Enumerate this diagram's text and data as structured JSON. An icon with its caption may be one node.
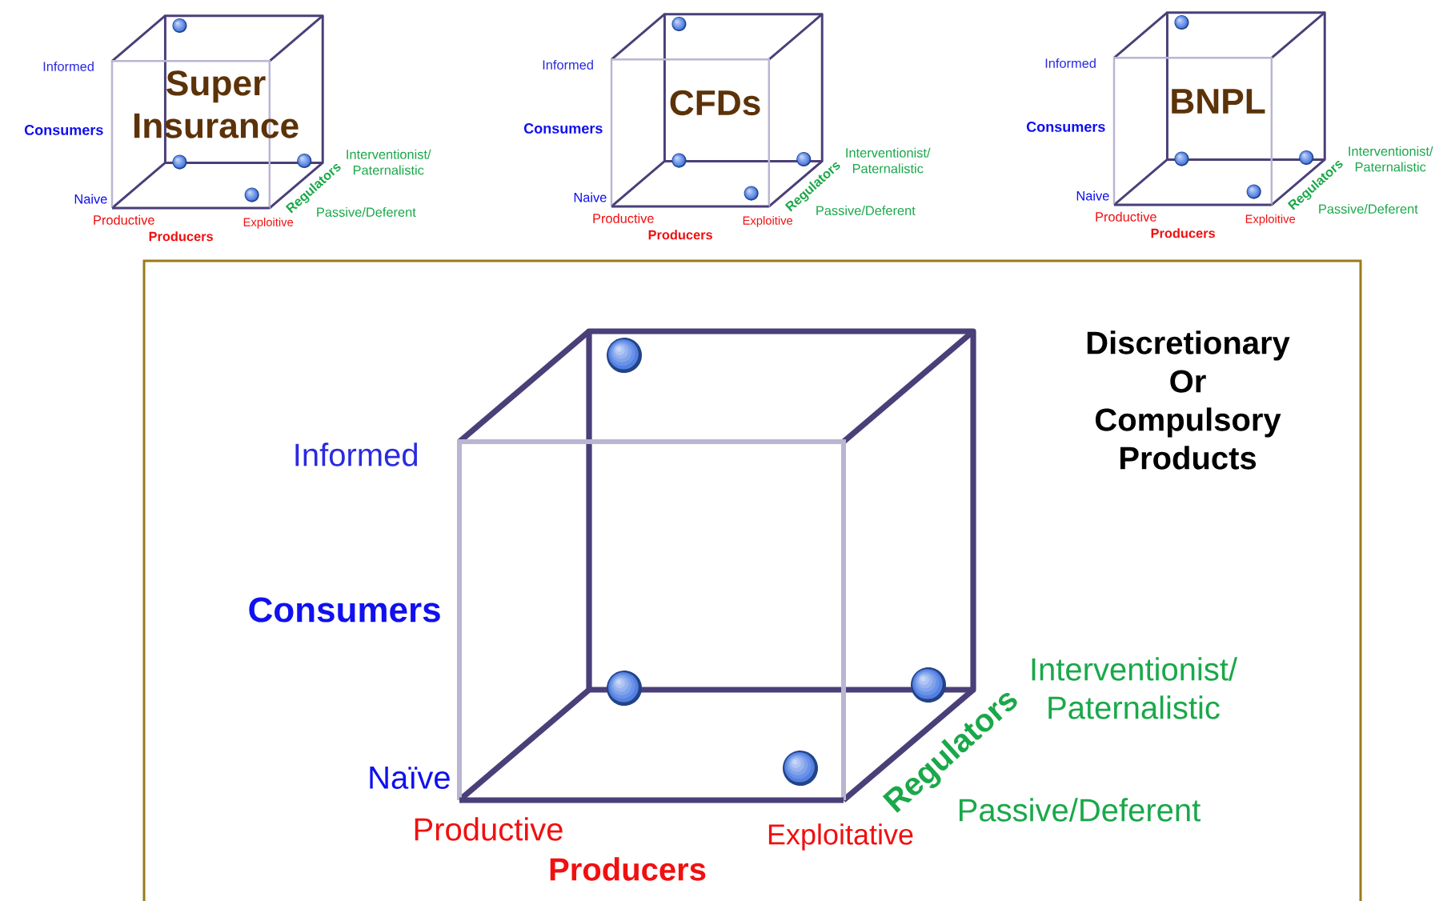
{
  "diagram": {
    "labels": [
      "Super Insurance",
      "Informed",
      "Consumers",
      "Naive",
      "Interventionist/ Paternalistic",
      "Regulators",
      "Passive/Deferent",
      "Productive",
      "Exploitive",
      "Producers",
      "CFDs",
      "Informed",
      "Consumers",
      "Naive",
      "Interventionist/ Paternalistic",
      "Regulators",
      "Passive/Deferent",
      "Productive",
      "Exploitive",
      "Producers",
      "BNPL",
      "Informed",
      "Consumers",
      "Naive",
      "Interventionist/ Paternalistic",
      "Regulators",
      "Passive/Deferent",
      "Productive",
      "Exploitive",
      "Producers",
      "Discretionary Or Compulsory Products",
      "Informed",
      "Consumers",
      "Naïve",
      "Interventionist/ Paternalistic",
      "Regulators",
      "Passive/Deferent",
      "Productive",
      "Exploitative",
      "Producers"
    ]
  }
}
